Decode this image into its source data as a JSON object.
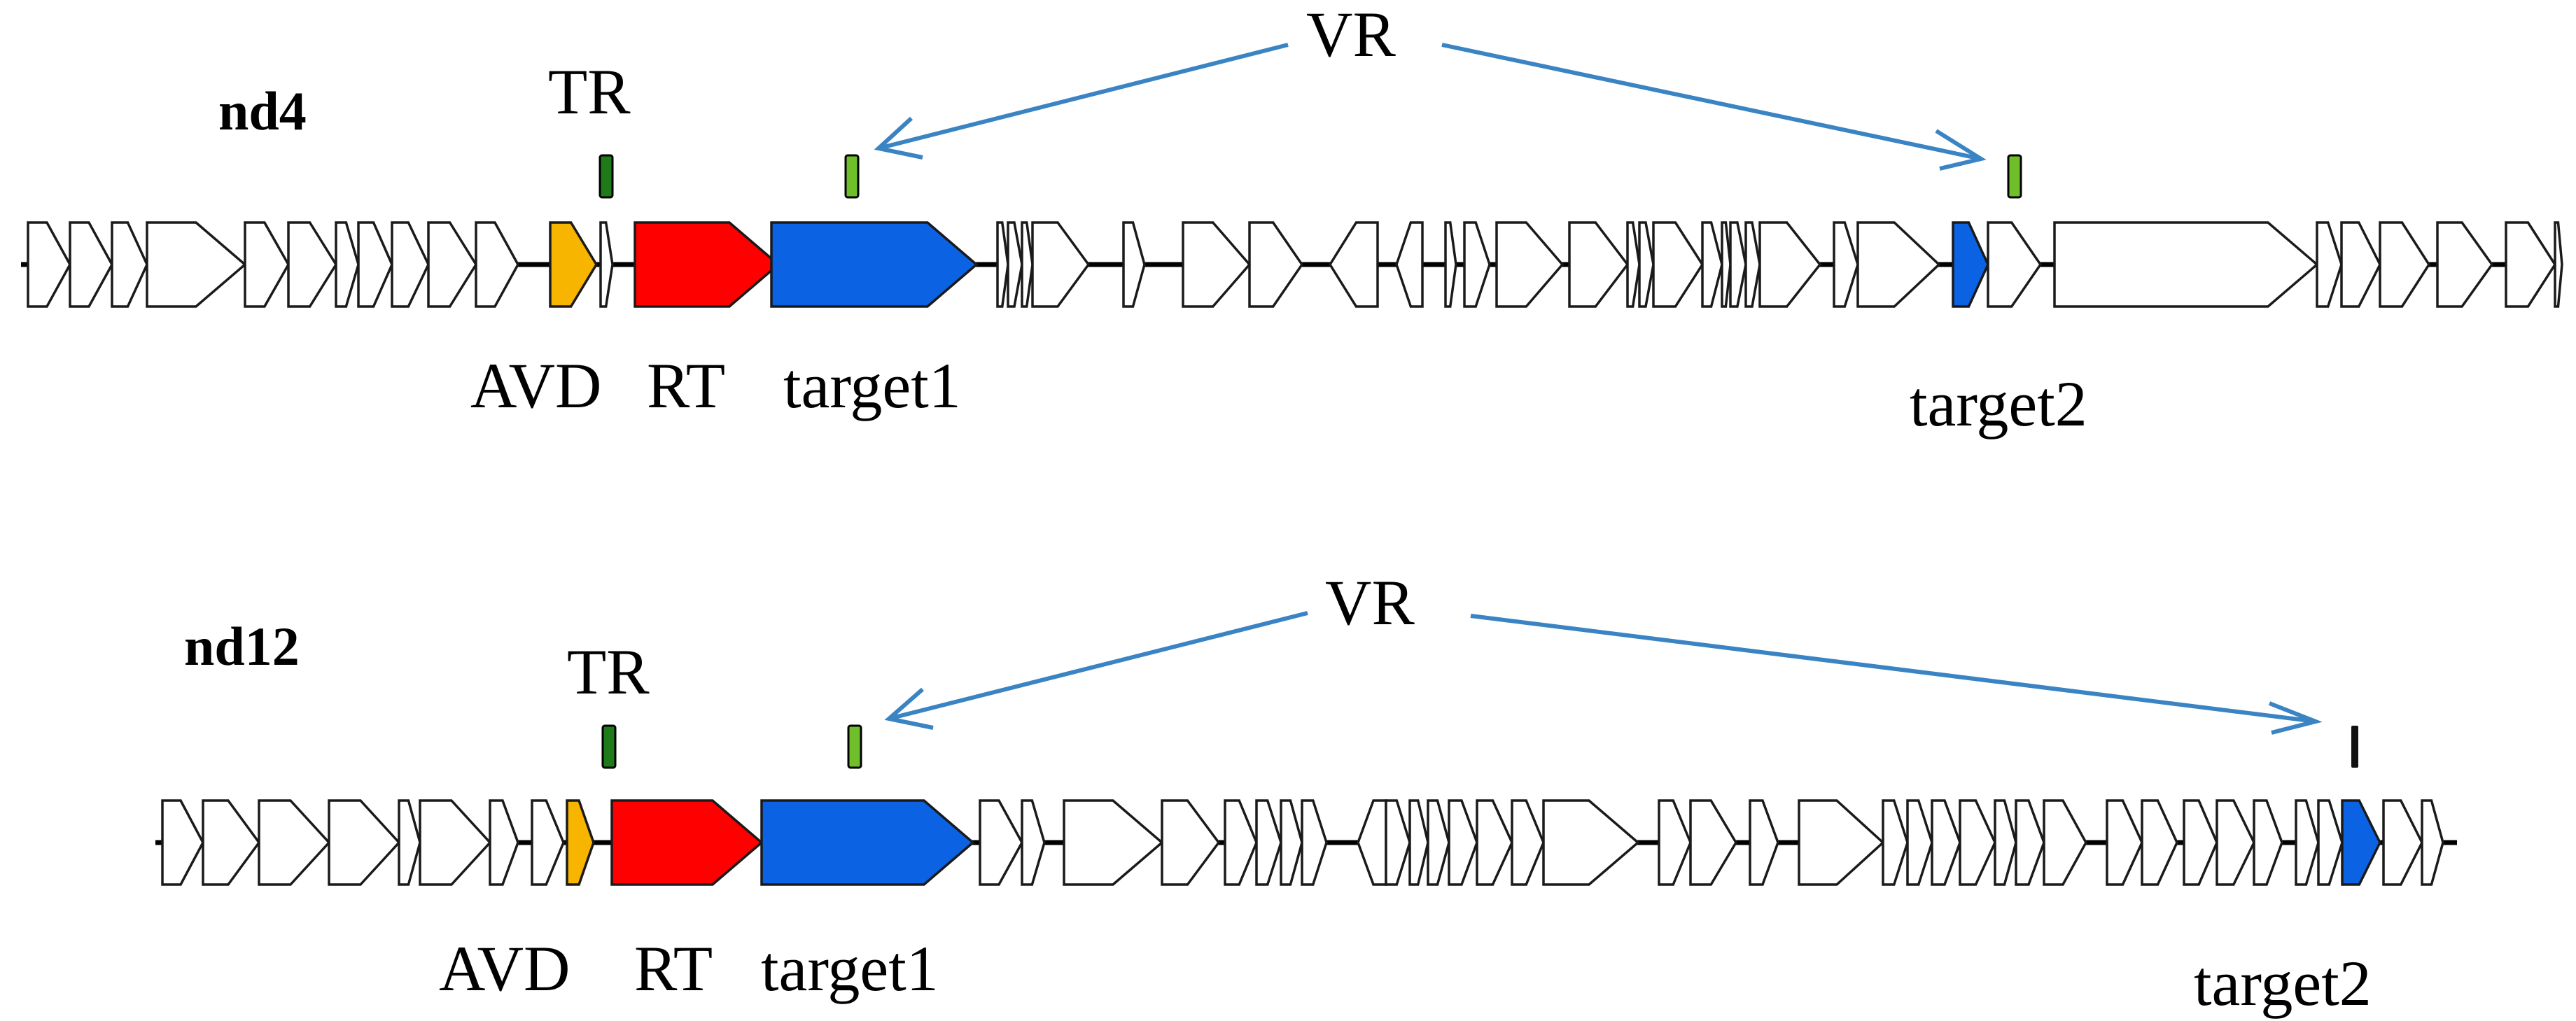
{
  "colors": {
    "gene_default": "#ffffff",
    "avd": "#f7b500",
    "rt": "#ff0000",
    "target": "#0b63e4",
    "tr_marker": "#1f7a1a",
    "vr_marker": "#6fbf2a",
    "vr_marker_2b": "#111111",
    "vr_arrow": "#3b84c4",
    "backbone": "#000000"
  },
  "tracks": [
    {
      "name": "nd4",
      "labels": {
        "tr": "TR",
        "vr": "VR",
        "avd": "AVD",
        "rt": "RT",
        "target1": "target1",
        "target2": "target2"
      }
    },
    {
      "name": "nd12",
      "labels": {
        "tr": "TR",
        "vr": "VR",
        "avd": "AVD",
        "rt": "RT",
        "target1": "target1",
        "target2": "target2"
      }
    }
  ]
}
